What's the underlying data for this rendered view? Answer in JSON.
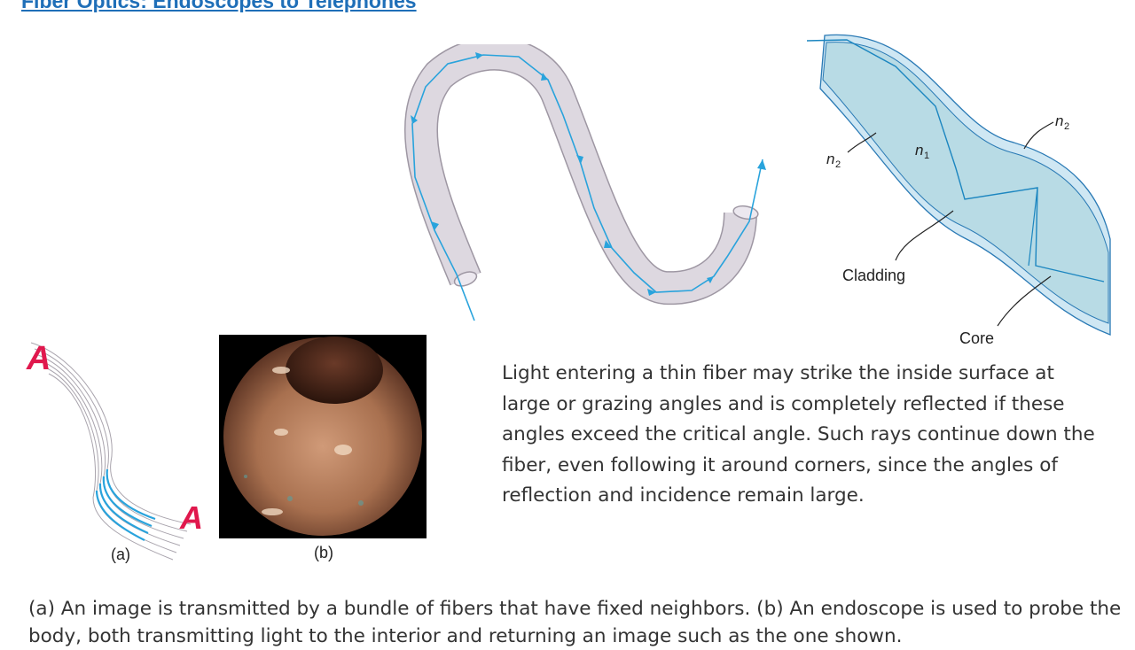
{
  "title": "Fiber Optics: Endoscopes to Telephones",
  "fiber_diagram": {
    "labels": {
      "n1": "n",
      "n1_sub": "1",
      "n2_left": "n",
      "n2_left_sub": "2",
      "n2_right": "n",
      "n2_right_sub": "2",
      "cladding": "Cladding",
      "core": "Core"
    }
  },
  "bundle_figure": {
    "letter_top": "A",
    "letter_bottom": "A",
    "label": "(a)"
  },
  "photo_figure": {
    "label": "(b)"
  },
  "body_text": "Light entering a thin fiber may strike the inside surface at large or grazing angles and is completely reflected if these angles exceed the critical angle. Such rays continue down the fiber, even following it around corners, since the angles of reflection and incidence remain large.",
  "caption": "(a) An image is transmitted by a bundle of fibers that have fixed neighbors. (b) An endoscope is used to probe the body, both transmitting light to the interior and returning an image such as the one shown.",
  "colors": {
    "title": "#1f6fb8",
    "ray": "#29a3dc",
    "tube": "#d9d4dc",
    "core": "#bfe0ea",
    "letter": "#e0184d"
  }
}
